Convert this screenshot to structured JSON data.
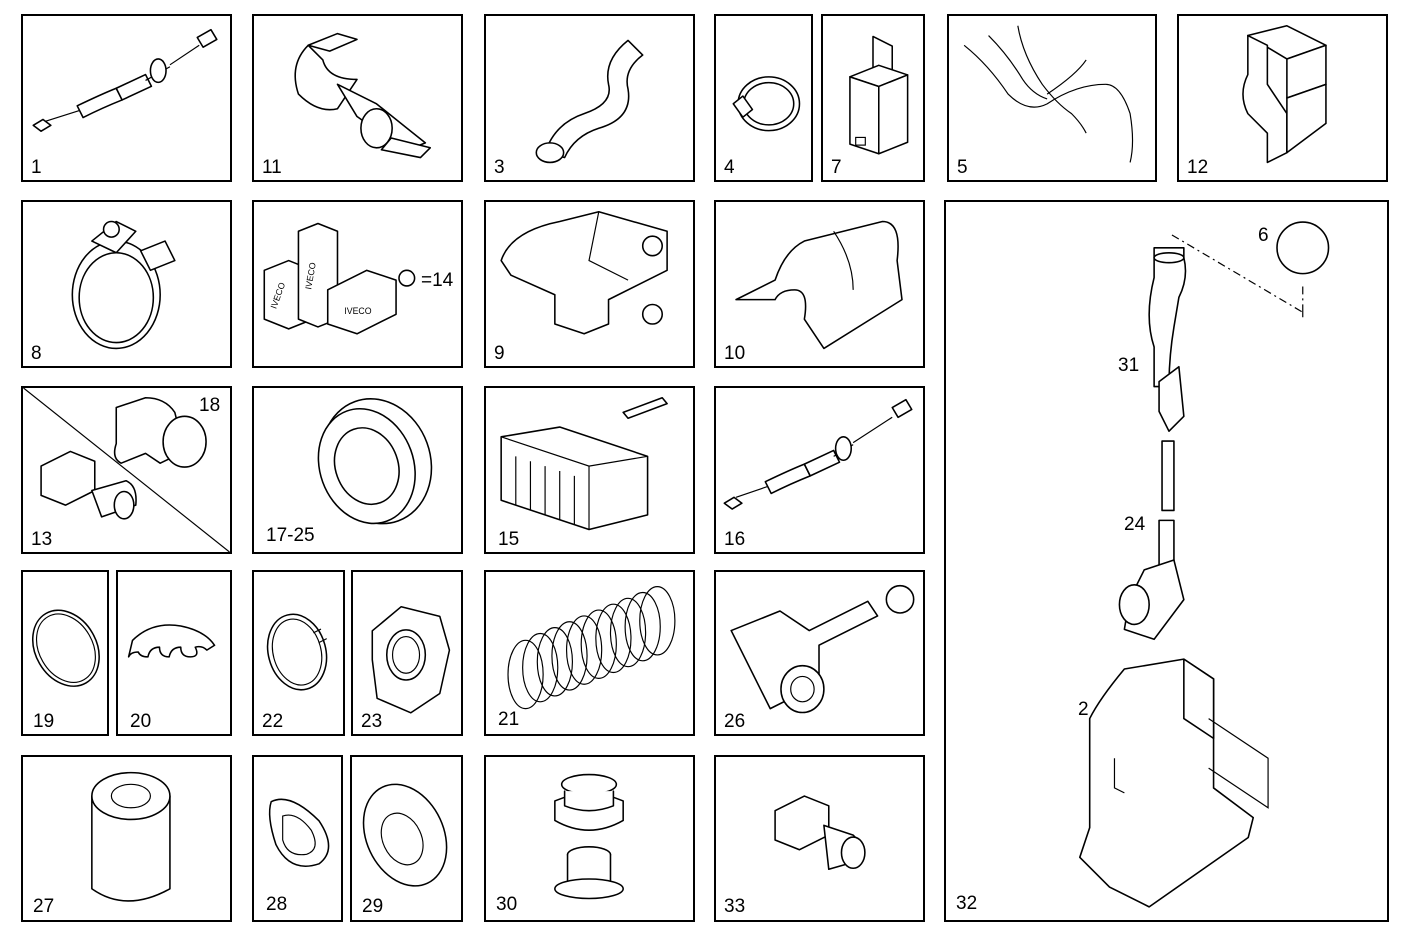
{
  "parts": {
    "p1": "1",
    "p11": "11",
    "p3": "3",
    "p4": "4",
    "p7": "7",
    "p5": "5",
    "p12": "12",
    "p8": "8",
    "p14": "=14",
    "p9": "9",
    "p10": "10",
    "p18": "18",
    "p13": "13",
    "p17_25": "17-25",
    "p15": "15",
    "p16": "16",
    "p19": "19",
    "p20": "20",
    "p22": "22",
    "p23": "23",
    "p21": "21",
    "p26": "26",
    "p27": "27",
    "p28": "28",
    "p29": "29",
    "p30": "30",
    "p33": "33",
    "p32": "32",
    "p6": "6",
    "p31": "31",
    "p24": "24",
    "p2": "2"
  },
  "iveco_labels": [
    "IVECO",
    "IVECO",
    "IVECO"
  ]
}
